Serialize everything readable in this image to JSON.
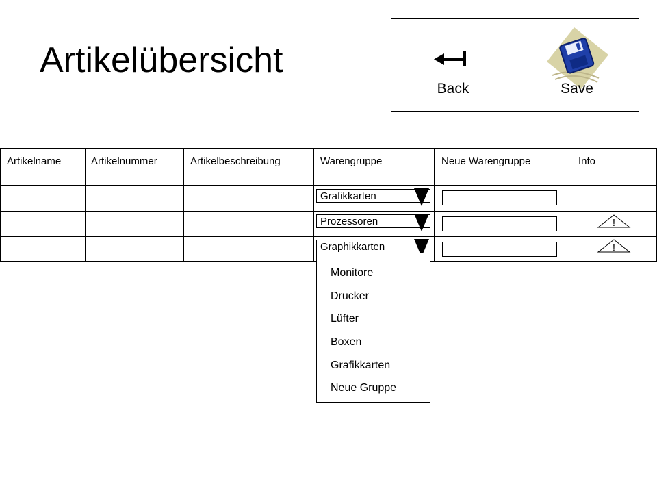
{
  "page": {
    "title": "Artikelübersicht"
  },
  "toolbar": {
    "back_label": "Back",
    "save_label": "Save"
  },
  "table": {
    "headers": [
      "Artikelname",
      "Artikelnummer",
      "Artikelbeschreibung",
      "Warengruppe",
      "Neue Warengruppe",
      "Info"
    ],
    "rows": [
      {
        "warengruppe": "Grafikkarten",
        "neue_warengruppe": "",
        "info_warning": false
      },
      {
        "warengruppe": "Prozessoren",
        "neue_warengruppe": "",
        "info_warning": true
      },
      {
        "warengruppe": "Graphikkarten",
        "neue_warengruppe": "",
        "info_warning": true
      }
    ],
    "warning_symbol": "!"
  },
  "dropdown": {
    "open_for_row": 3,
    "options": [
      "Monitore",
      "Drucker",
      "Lüfter",
      "Boxen",
      "Grafikkarten",
      "Neue Gruppe"
    ]
  },
  "icons": {
    "back": "arrow-left-icon",
    "save": "floppy-disk-icon",
    "dropdown": "triangle-down-icon",
    "warning": "warning-triangle-icon"
  },
  "colors": {
    "floppy": "#1f3fa8",
    "floppy_bg": "#d8d3a6"
  }
}
